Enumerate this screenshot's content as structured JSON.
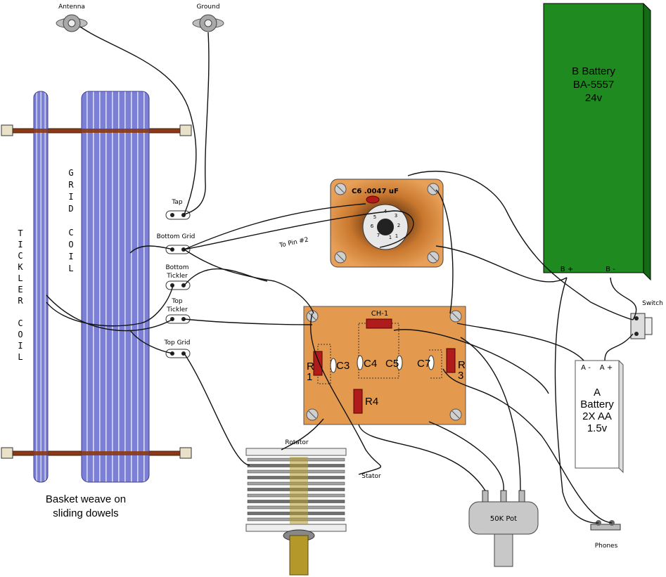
{
  "terminals": {
    "antenna": "Antenna",
    "ground": "Ground"
  },
  "coil": {
    "tickler": [
      "T",
      "I",
      "C",
      "K",
      "L",
      "E",
      "R",
      "",
      "C",
      "O",
      "I",
      "L"
    ],
    "grid": [
      "G",
      "R",
      "I",
      "D",
      "",
      "C",
      "O",
      "I",
      "L"
    ],
    "caption_line1": "Basket weave on",
    "caption_line2": "sliding dowels"
  },
  "coil_taps": {
    "tap": "Tap",
    "bottom_grid": "Bottom Grid",
    "bottom_tickler_1": "Bottom",
    "bottom_tickler_2": "Tickler",
    "top_tickler_1": "Top",
    "top_tickler_2": "Tickler",
    "top_grid": "Top Grid"
  },
  "tube_board": {
    "cap_label": "C6 .0047 uF",
    "pin_note": "To Pin #2",
    "pins": [
      "4",
      "3",
      "5",
      "2",
      "6",
      "1",
      "7",
      "1"
    ]
  },
  "component_board": {
    "choke": "CH-1",
    "r1": "R",
    "r1b": "1",
    "c3": "C3",
    "c4": "C4",
    "c5": "C5",
    "c7": "C7",
    "r3": "R",
    "r3b": "3",
    "r4": "R4"
  },
  "b_battery": {
    "line1": "B Battery",
    "line2": "BA-5557",
    "line3": "24v",
    "plus": "B +",
    "minus": "B -"
  },
  "switch": "Switch",
  "a_battery": {
    "minus": "A -",
    "plus": "A +",
    "line1": "A",
    "line2": "Battery",
    "line3": "2X AA",
    "line4": "1.5v"
  },
  "capacitor": {
    "rotator": "Rotator",
    "stator": "Stator"
  },
  "pot": "50K Pot",
  "phones": "Phones",
  "colors": {
    "coil_blue": "#7b7fd6",
    "board_orange": "#e39a4e",
    "battery_green": "#1f8a1f",
    "resistor_red": "#b01b1b",
    "dowel_brown": "#8b3a16"
  }
}
